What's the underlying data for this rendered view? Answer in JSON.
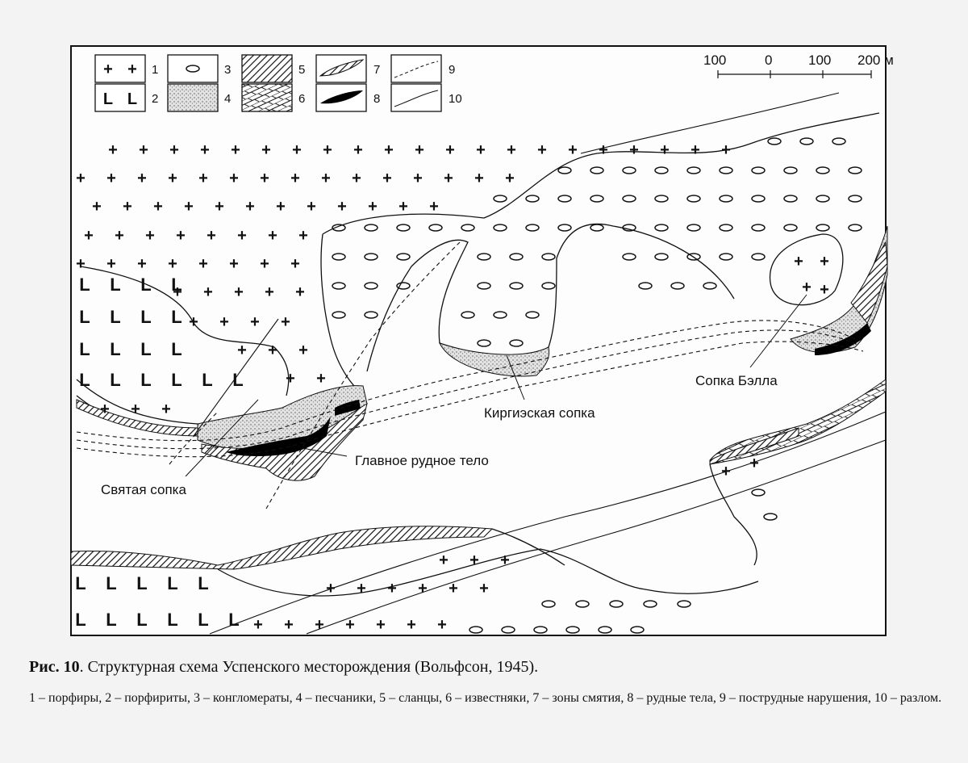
{
  "figure": {
    "fig_label": "Рис. 10",
    "title": ". Структурная схема Успенского месторождения (Вольфсон, 1945).",
    "legend_text": "1 – порфиры, 2 – порфириты, 3 – конгломераты, 4 – песчаники, 5 – сланцы, 6 – известняки, 7 – зоны смятия, 8 – рудные тела, 9 – пострудные нарушения, 10 – разлом."
  },
  "legend_keys": [
    "1",
    "2",
    "3",
    "4",
    "5",
    "6",
    "7",
    "8",
    "9",
    "10"
  ],
  "scale_bar": {
    "ticks": [
      "100",
      "0",
      "100",
      "200 м"
    ]
  },
  "places": {
    "svyataya": "Святая сопка",
    "glavnoe": "Главное рудное тело",
    "kirgiz": "Киргиэская сопка",
    "bella": "Сопка Бэлла"
  },
  "symbols": {
    "porphyry": "+",
    "porphyrite": "L"
  },
  "colors": {
    "line": "#111111",
    "paper": "#f3f3f3",
    "ore": "#000000"
  }
}
